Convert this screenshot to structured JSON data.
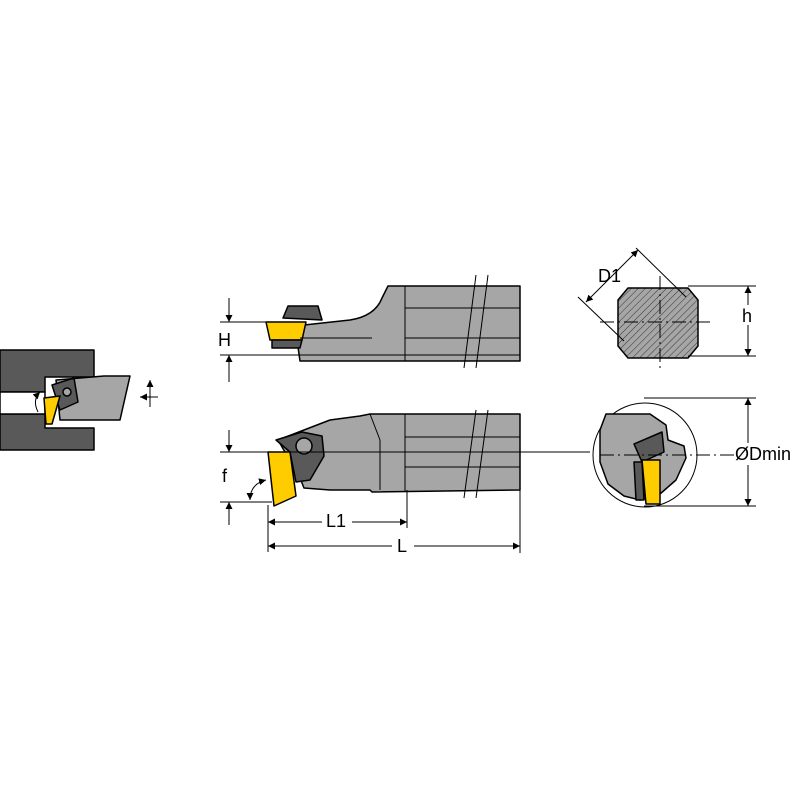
{
  "colors": {
    "body": "#a6a6a6",
    "body_dark": "#595959",
    "insert": "#ffcc00",
    "background": "#ffffff",
    "line": "#000000"
  },
  "labels": {
    "H": "H",
    "f": "f",
    "L1": "L1",
    "L": "L",
    "D1": "D1",
    "h": "h",
    "Dmin": "ØDmin"
  }
}
